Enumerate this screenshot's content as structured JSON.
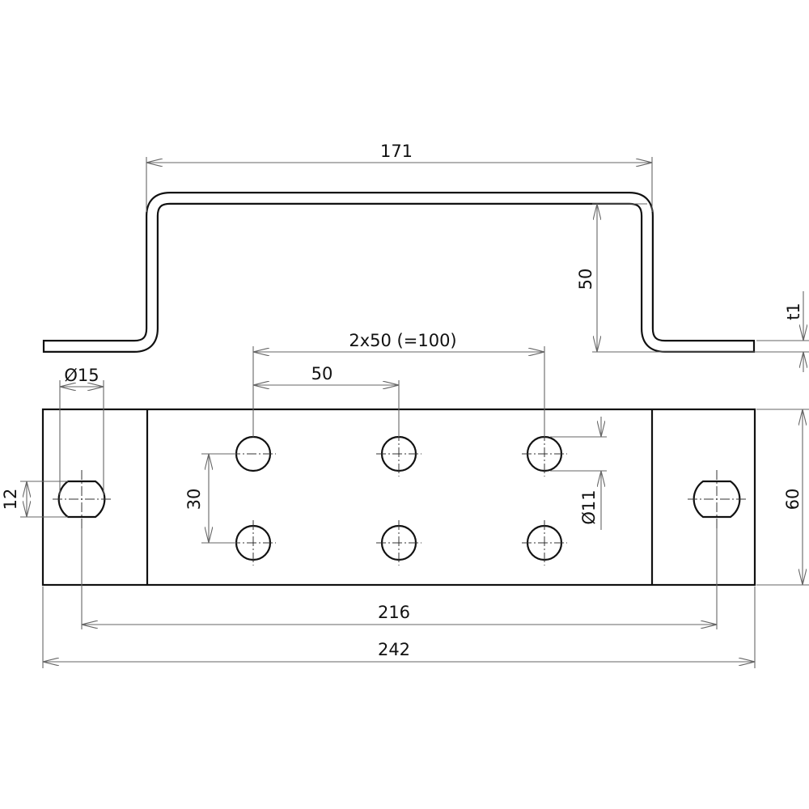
{
  "drawing": {
    "dimensions": {
      "overall_width_top": "171",
      "height": "50",
      "thickness": "t1",
      "hole_pitch_total": "2x50 (=100)",
      "hole_pitch": "50",
      "slot_diameter": "Ø15",
      "slot_width": "12",
      "hole_row_spacing": "30",
      "hole_diameter": "Ø11",
      "plate_width": "60",
      "slot_spacing": "216",
      "overall_length": "242"
    }
  }
}
